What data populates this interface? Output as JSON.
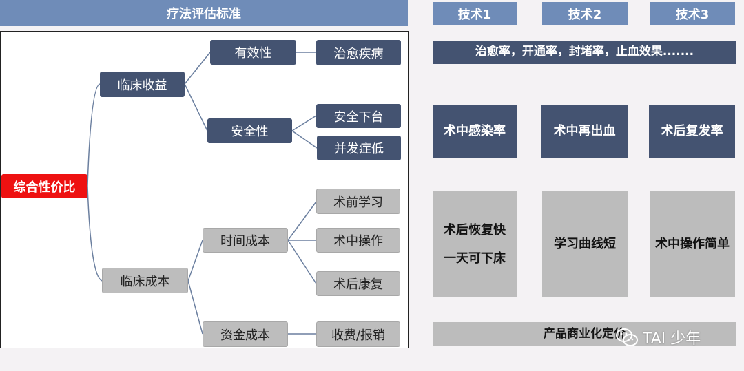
{
  "left_header": "疗法评估标准",
  "tree": {
    "root": "综合性价比",
    "benefit": "临床收益",
    "effectiveness": "有效性",
    "cure": "治愈疾病",
    "safety": "安全性",
    "safe_exit": "安全下台",
    "low_complication": "并发症低",
    "cost": "临床成本",
    "time_cost": "时间成本",
    "pre_op": "术前学习",
    "intra_op": "术中操作",
    "post_op": "术后康复",
    "fund_cost": "资金成本",
    "fee": "收费/报销"
  },
  "tech_headers": [
    "技术1",
    "技术2",
    "技术3"
  ],
  "row_effect": "治愈率，开通率，封堵率，止血效果.......",
  "row_safety": [
    "术中感染率",
    "术中再出血",
    "术后复发率"
  ],
  "row_time": {
    "tech1_line1": "术后恢复快",
    "tech1_line2": "一天可下床",
    "tech2": "学习曲线短",
    "tech3": "术中操作简单"
  },
  "row_fund": "产品商业化定价",
  "watermark": "TAI 少年"
}
